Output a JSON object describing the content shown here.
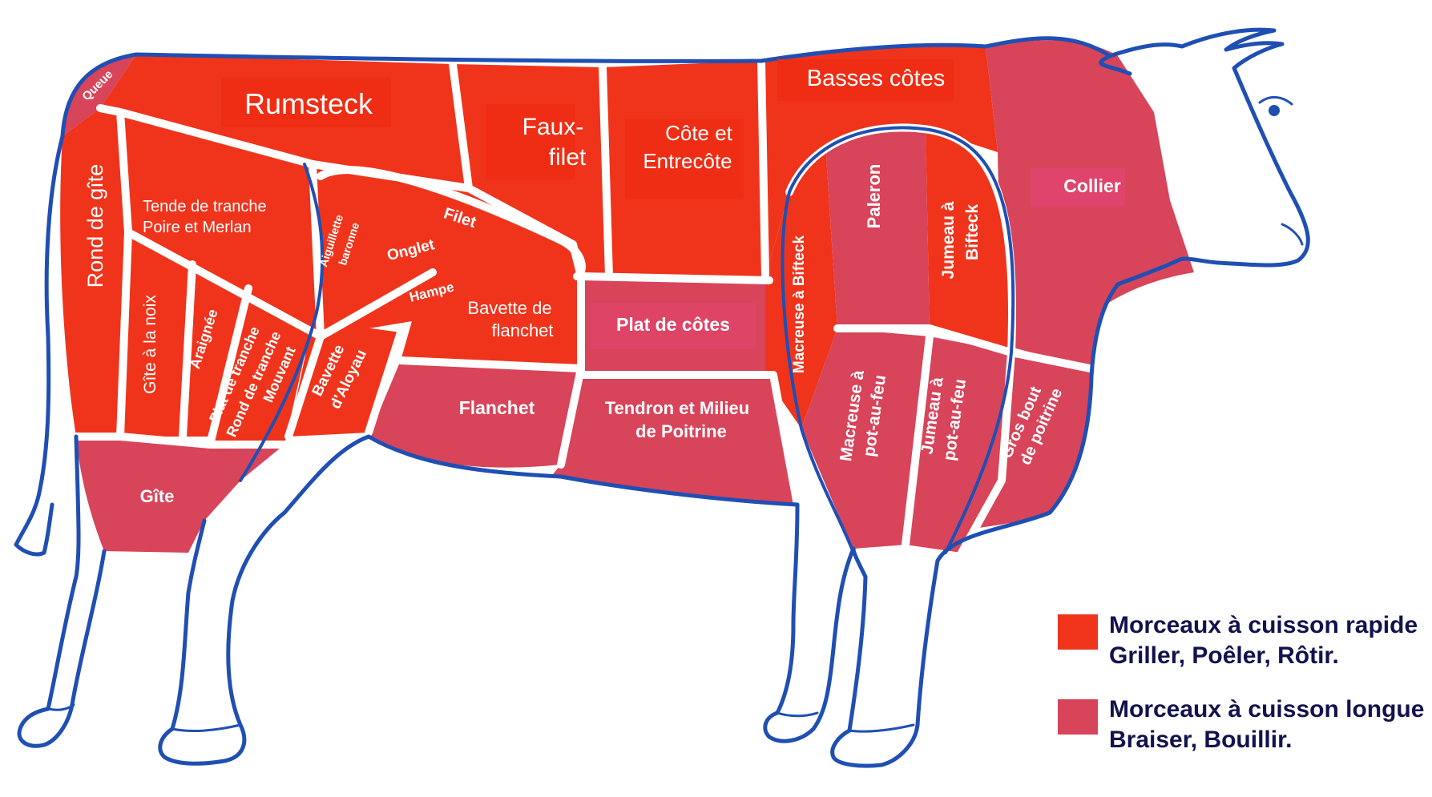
{
  "colors": {
    "rapid": "#f0341c",
    "long": "#d8445a",
    "outline": "#1f4fb3",
    "legend_text": "#12124e"
  },
  "cuts": {
    "queue": "Queue",
    "rumsteck": "Rumsteck",
    "faux_filet_1": "Faux-",
    "faux_filet_2": "filet",
    "cote_1": "Côte et",
    "cote_2": "Entrecôte",
    "basses_cotes": "Basses côtes",
    "collier": "Collier",
    "rond_de_gite": "Rond de gîte",
    "tende_1": "Tende de tranche",
    "tende_2": "Poire et Merlan",
    "aiguillette_1": "Aiguillette",
    "aiguillette_2": "baronne",
    "filet": "Filet",
    "onglet": "Onglet",
    "hampe": "Hampe",
    "bavette_flanchet_1": "Bavette de",
    "bavette_flanchet_2": "flanchet",
    "plat_de_cotes": "Plat de côtes",
    "paleron": "Paleron",
    "jumeau_bifteck_1": "Jumeau à",
    "jumeau_bifteck_2": "Bifteck",
    "macreuse_bifteck": "Macreuse à Bifteck",
    "gite_noix": "Gîte à la noix",
    "araignee": "Araignée",
    "plat_tranche_1": "Plat de tranche",
    "plat_tranche_2": "Rond de tranche",
    "plat_tranche_3": "Mouvant",
    "bavette_aloyau_1": "Bavette",
    "bavette_aloyau_2": "d'Aloyau",
    "flanchet": "Flanchet",
    "tendron_1": "Tendron et Milieu",
    "tendron_2": "de Poitrine",
    "macreuse_pot_1": "Macreuse à",
    "macreuse_pot_2": "pot-au-feu",
    "jumeau_pot_1": "Jumeau à",
    "jumeau_pot_2": "pot-au-feu",
    "gros_bout_1": "Gros bout",
    "gros_bout_2": "de poitrine",
    "gite": "Gîte"
  },
  "legend": [
    {
      "line1": "Morceaux à cuisson rapide",
      "line2": "Griller, Poêler, Rôtir.",
      "color": "#f0341c"
    },
    {
      "line1": "Morceaux à cuisson longue",
      "line2": "Braiser, Bouillir.",
      "color": "#d8445a"
    }
  ]
}
